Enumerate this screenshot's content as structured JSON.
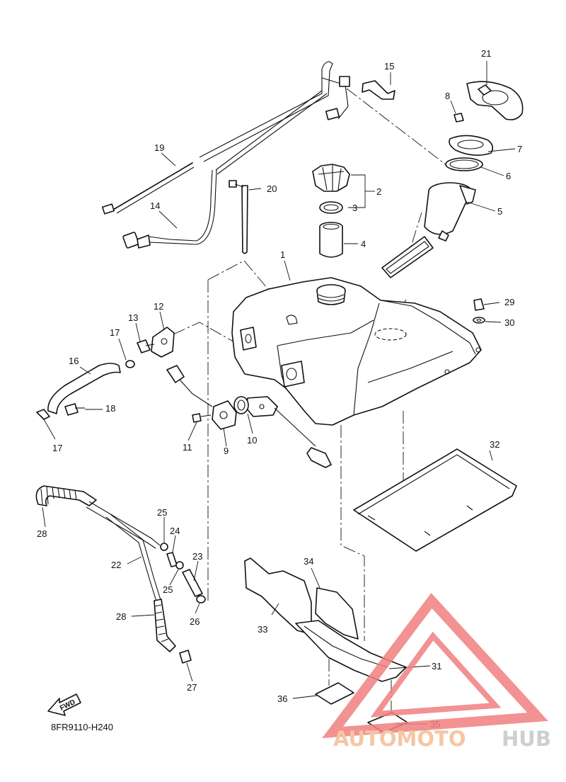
{
  "part_number": "8FR9110-H240",
  "fwd_label": "FWD",
  "watermark": {
    "text_a": "AUTOMOTO",
    "text_b": "HUB",
    "color_a": "#f5c6a3",
    "color_b": "#cfcfcf",
    "logo_color": "#f08080"
  },
  "callouts": {
    "c1": "1",
    "c2": "2",
    "c3": "3",
    "c4": "4",
    "c5": "5",
    "c6": "6",
    "c7": "7",
    "c8": "8",
    "c9": "9",
    "c10": "10",
    "c11": "11",
    "c12": "12",
    "c13": "13",
    "c14": "14",
    "c15": "15",
    "c16": "16",
    "c17a": "17",
    "c17b": "17",
    "c18": "18",
    "c19": "19",
    "c20": "20",
    "c21": "21",
    "c22": "22",
    "c23": "23",
    "c24": "24",
    "c25a": "25",
    "c25b": "25",
    "c26": "26",
    "c27": "27",
    "c28a": "28",
    "c28b": "28",
    "c29": "29",
    "c30": "30",
    "c31": "31",
    "c32": "32",
    "c33": "33",
    "c34": "34",
    "c35": "35",
    "c36": "36"
  }
}
